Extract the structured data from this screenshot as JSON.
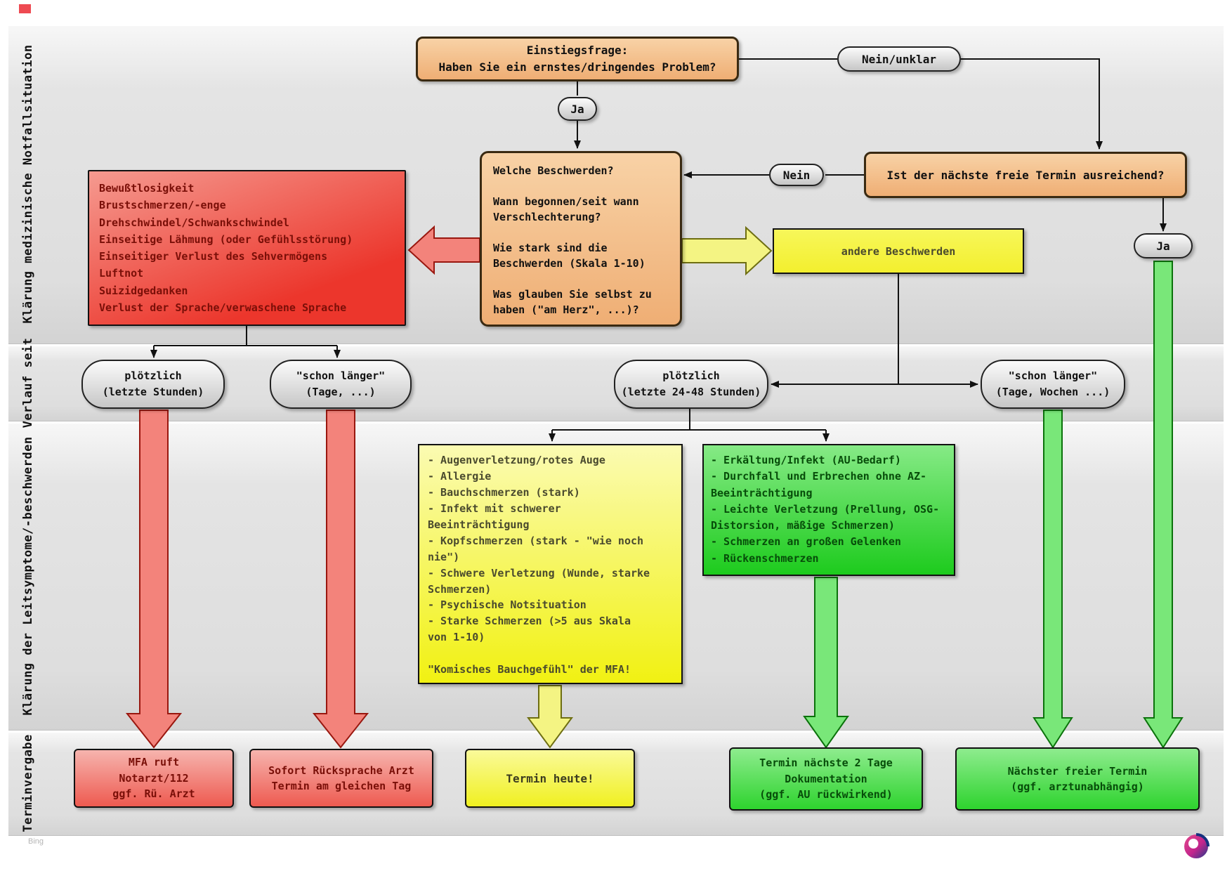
{
  "colors": {
    "band_bg_top": "#f7f7f7",
    "band_bg_bottom": "#d3d3d3",
    "orange_light": "#f8d2a6",
    "orange_dark": "#efae74",
    "red_light": "#f59a90",
    "red_dark": "#ec362c",
    "red_text": "#7a0f08",
    "red_soft_light": "#f6b4ae",
    "red_soft_dark": "#ee5a50",
    "yellow_light": "#fbfbb2",
    "yellow_dark": "#f1f112",
    "yellow_flat": "#f3ef2e",
    "yellow_text": "#4a4a2e",
    "green_light": "#86ea86",
    "green_dark": "#1dcb1d",
    "green_text": "#074d0a",
    "pill_light": "#fbfbfb",
    "pill_dark": "#c6c6c6",
    "arrow_red": "#f3837b",
    "arrow_red_border": "#99170f",
    "arrow_yellow": "#f4f483",
    "arrow_yellow_border": "#6e6e12",
    "arrow_green": "#79e779",
    "arrow_green_border": "#0b720b",
    "line": "#111111"
  },
  "bands": {
    "labels": [
      "Klärung medizinische Notfallsituation",
      "Verlauf seit",
      "Klärung der Leitsymptome/-beschwerden",
      "Terminvergabe"
    ]
  },
  "nodes": {
    "entry_question": {
      "lines": [
        "Einstiegsfrage:",
        "Haben Sie ein ernstes/dringendes Problem?"
      ]
    },
    "pill_nein_unklar": "Nein/unklar",
    "pill_ja_top": "Ja",
    "pill_nein": "Nein",
    "pill_ja_right": "Ja",
    "complaints_questions": {
      "lines": [
        "Welche Beschwerden?",
        "",
        "Wann begonnen/seit wann",
        "Verschlechterung?",
        "",
        "Wie stark sind die",
        "Beschwerden (Skala 1-10)",
        "",
        "Was glauben Sie selbst zu",
        "haben (\"am Herz\", ...)?"
      ]
    },
    "next_free_appointment": "Ist der nächste freie Termin ausreichend?",
    "emergency_symptoms": {
      "lines": [
        "Bewußtlosigkeit",
        "Brustschmerzen/-enge",
        "Drehschwindel/Schwankschwindel",
        "Einseitige Lähmung (oder Gefühlsstörung)",
        "Einseitiger Verlust des Sehvermögens",
        "Luftnot",
        "Suizidgedanken",
        "Verlust der Sprache/verwaschene Sprache"
      ]
    },
    "other_complaints": "andere Beschwerden",
    "pill_sudden_hours": {
      "lines": [
        "plötzlich",
        "(letzte Stunden)"
      ]
    },
    "pill_longer_days": {
      "lines": [
        "\"schon länger\"",
        "(Tage, ...)"
      ]
    },
    "pill_sudden_2448": {
      "lines": [
        "plötzlich",
        "(letzte 24-48 Stunden)"
      ]
    },
    "pill_longer_weeks": {
      "lines": [
        "\"schon länger\"",
        "(Tage, Wochen ...)"
      ]
    },
    "urgent_symptoms": {
      "lines": [
        "- Augenverletzung/rotes Auge",
        "- Allergie",
        "- Bauchschmerzen (stark)",
        "- Infekt mit schwerer",
        "Beeinträchtigung",
        "- Kopfschmerzen (stark - \"wie noch",
        "nie\")",
        "- Schwere Verletzung (Wunde, starke",
        "Schmerzen)",
        "- Psychische Notsituation",
        "- Starke Schmerzen (>5 aus Skala",
        "von 1-10)",
        "",
        "\"Komisches Bauchgefühl\" der MFA!"
      ]
    },
    "routine_symptoms": {
      "lines": [
        "- Erkältung/Infekt (AU-Bedarf)",
        "- Durchfall und Erbrechen ohne AZ-",
        "Beeinträchtigung",
        "- Leichte Verletzung (Prellung, OSG-",
        "Distorsion, mäßige Schmerzen)",
        "- Schmerzen an großen Gelenken",
        "- Rückenschmerzen"
      ]
    },
    "outcome_emergency": {
      "lines": [
        "MFA ruft",
        "Notarzt/112",
        "ggf. Rü. Arzt"
      ]
    },
    "outcome_same_day": {
      "lines": [
        "Sofort Rücksprache Arzt",
        "Termin am gleichen Tag"
      ]
    },
    "outcome_today": "Termin heute!",
    "outcome_two_days": {
      "lines": [
        "Termin nächste 2 Tage",
        "Dokumentation",
        "(ggf. AU rückwirkend)"
      ]
    },
    "outcome_next_free": {
      "lines": [
        "Nächster freier Termin",
        "(ggf. arztunabhängig)"
      ]
    }
  },
  "watermark": "Bing"
}
